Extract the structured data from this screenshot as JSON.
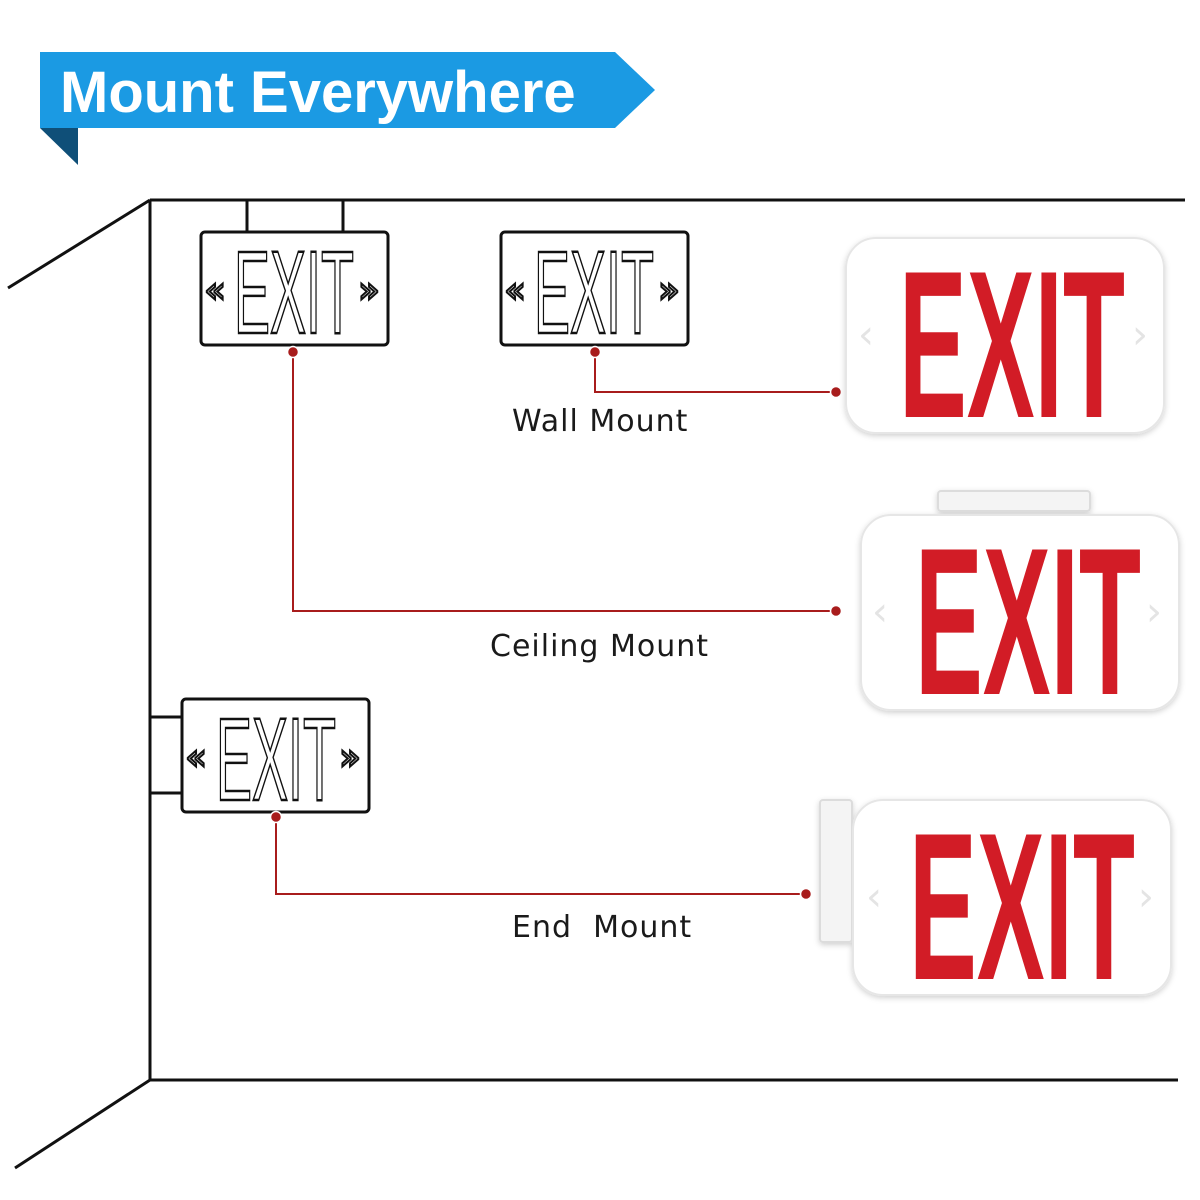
{
  "banner": {
    "title": "Mount Everywhere",
    "color": "#1b9ae3",
    "shadow_color": "#0f4f78"
  },
  "signs": {
    "outline_text": "EXIT",
    "outline_left_arrow": "«",
    "outline_right_arrow": "»",
    "red_text": "EXIT",
    "red_color": "#d21f26",
    "faint_left_arrow": "‹",
    "faint_right_arrow": "›"
  },
  "mounts": {
    "wall": "Wall Mount",
    "ceiling": "Ceiling Mount",
    "end": "End  Mount"
  },
  "connector_color": "#a81c1c"
}
